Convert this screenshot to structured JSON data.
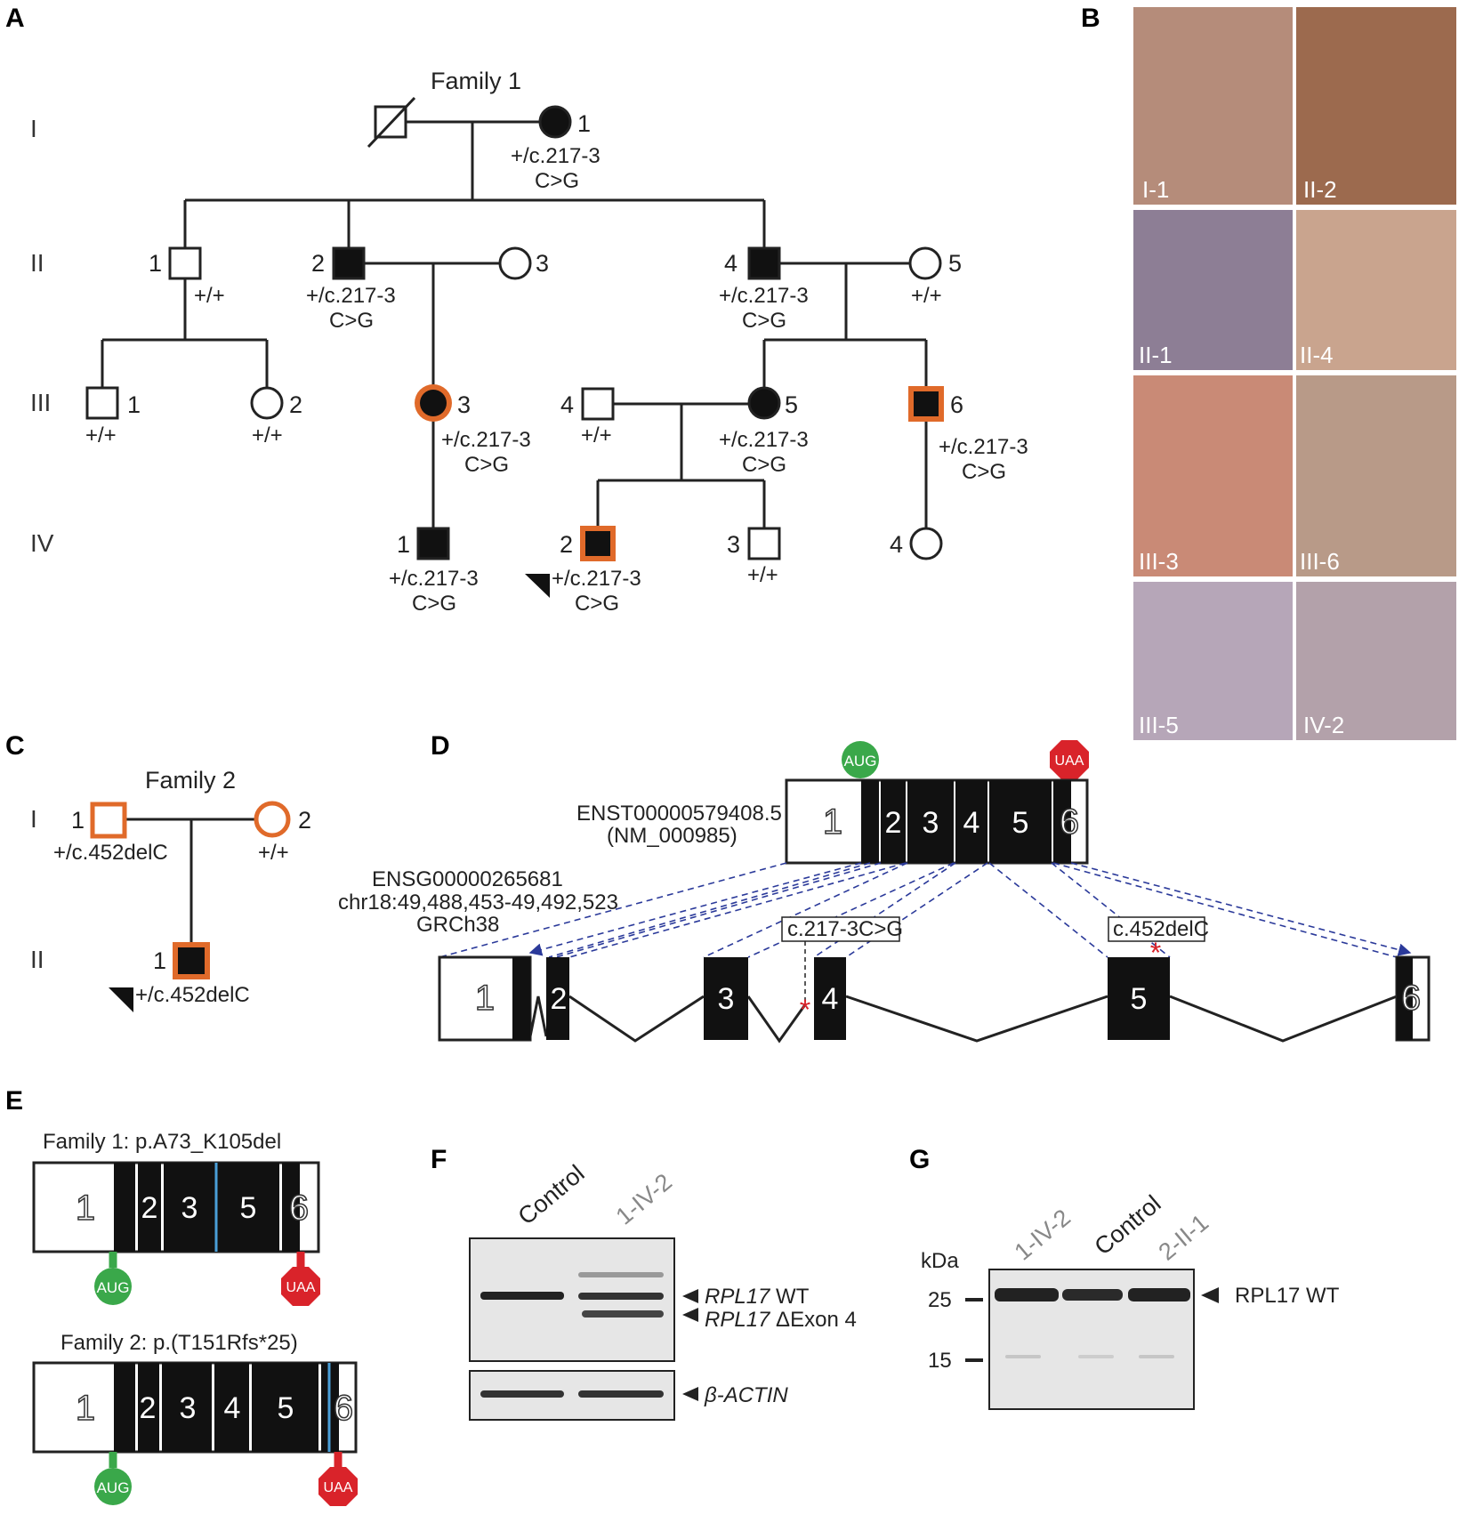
{
  "panels": {
    "A": "A",
    "B": "B",
    "C": "C",
    "D": "D",
    "E": "E",
    "F": "F",
    "G": "G"
  },
  "family1": {
    "title": "Family 1",
    "generations": [
      "I",
      "II",
      "III",
      "IV"
    ],
    "het": "+/c.217-3",
    "het2": "C>G",
    "wt": "+/+",
    "numbers": {
      "I1": "1",
      "II1": "1",
      "II2": "2",
      "II3": "3",
      "II4": "4",
      "II5": "5",
      "III1": "1",
      "III2": "2",
      "III3": "3",
      "III4": "4",
      "III5": "5",
      "III6": "6",
      "IV1": "1",
      "IV2": "2",
      "IV3": "3",
      "IV4": "4"
    }
  },
  "family2": {
    "title": "Family 2",
    "generations": [
      "I",
      "II"
    ],
    "het": "+/c.452delC",
    "wt": "+/+",
    "numbers": {
      "I1": "1",
      "I2": "2",
      "II1": "1"
    }
  },
  "photos": [
    "I-1",
    "II-2",
    "II-1",
    "II-4",
    "III-3",
    "III-6",
    "III-5",
    "IV-2"
  ],
  "colors": {
    "photo_tones": [
      "#b58c7a",
      "#9c6a4e",
      "#8d7e95",
      "#c9a48e",
      "#c98a76",
      "#b89a88",
      "#b6a6b8",
      "#b3a1aa"
    ],
    "affected_outline": "#e06a2a",
    "aug": "#3aa84a",
    "uaa": "#d9232a",
    "dashed": "#2b3a9a",
    "mut_star": "#d9232a",
    "junction": "#4a9fd8"
  },
  "panelD": {
    "transcript": "ENST00000579408.5",
    "refseq": "(NM_000985)",
    "gene": "ENSG00000265681",
    "coords": "chr18:49,488,453-49,492,523",
    "build": "GRCh38",
    "mut1": "c.217-3C>G",
    "mut2": "c.452delC",
    "aug": "AUG",
    "uaa": "UAA",
    "exons": [
      "1",
      "2",
      "3",
      "4",
      "5",
      "6"
    ]
  },
  "panelE": {
    "f1_title": "Family 1: p.A73_K105del",
    "f2_title": "Family 2: p.(T151Rfs*25)",
    "aug": "AUG",
    "uaa": "UAA",
    "f1_exons": [
      "1",
      "2",
      "3",
      "5",
      "6"
    ],
    "f2_exons": [
      "1",
      "2",
      "3",
      "4",
      "5",
      "6"
    ]
  },
  "panelF": {
    "lanes": [
      "Control",
      "1-IV-2"
    ],
    "band_wt_gene": "RPL17",
    "band_wt_suffix": " WT",
    "band_del_gene": "RPL17",
    "band_del_suffix": " ΔExon 4",
    "actin": "β-ACTIN"
  },
  "panelG": {
    "lanes": [
      "1-IV-2",
      "Control",
      "2-II-1"
    ],
    "unit": "kDa",
    "markers": [
      "25",
      "15"
    ],
    "band": "RPL17 WT"
  }
}
